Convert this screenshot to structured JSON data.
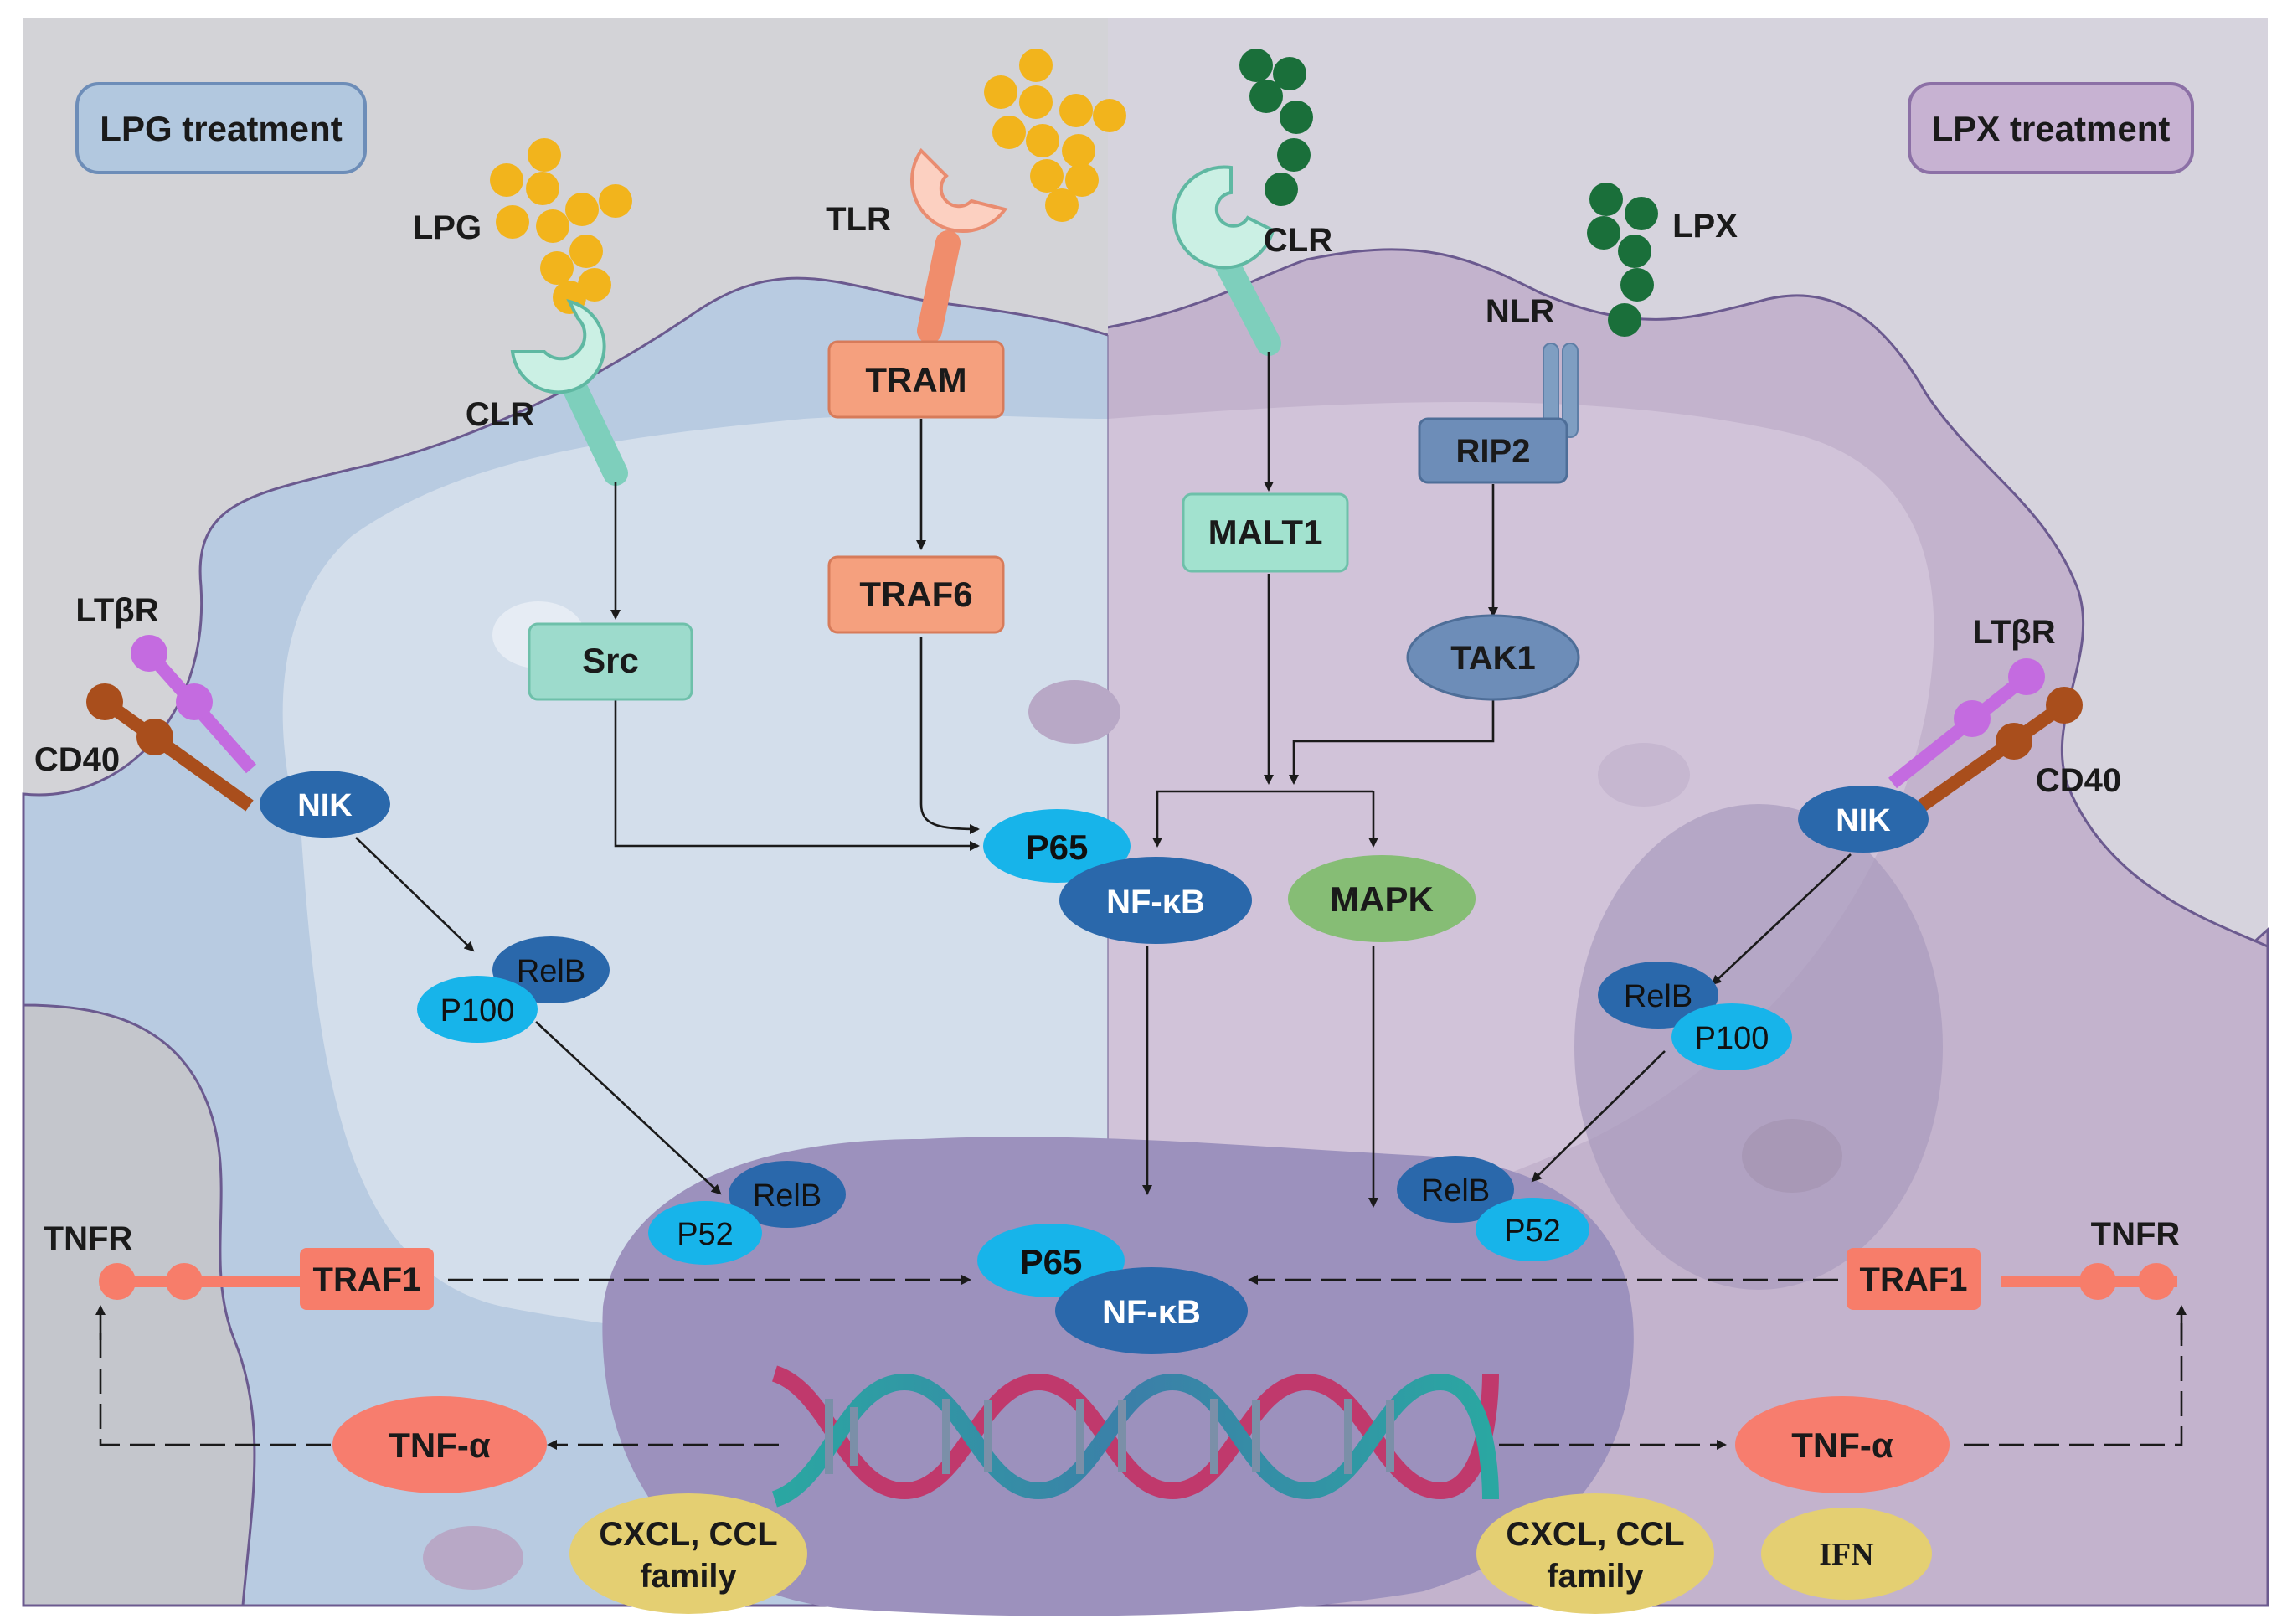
{
  "panels": {
    "left_title": "LPG treatment",
    "right_title": "LPX treatment"
  },
  "ligands": {
    "lpg": "LPG",
    "lpx": "LPX"
  },
  "receptors": {
    "clr_left": "CLR",
    "tlr": "TLR",
    "clr_right": "CLR",
    "nlr": "NLR",
    "ltbr_left": "LTβR",
    "cd40_left": "CD40",
    "ltbr_right": "LTβR",
    "cd40_right": "CD40",
    "tnfr_left": "TNFR",
    "tnfr_right": "TNFR"
  },
  "nodes": {
    "tram": "TRAM",
    "traf6": "TRAF6",
    "src": "Src",
    "malt1": "MALT1",
    "rip2": "RIP2",
    "tak1": "TAK1",
    "nik_left": "NIK",
    "nik_right": "NIK",
    "relb_left_top": "RelB",
    "p100_left": "P100",
    "relb_left_bottom": "RelB",
    "p52_left": "P52",
    "relb_right_top": "RelB",
    "p100_right": "P100",
    "relb_right_bottom": "RelB",
    "p52_right": "P52",
    "p65_top": "P65",
    "nfkb_top": "NF-κB",
    "mapk": "MAPK",
    "p65_bottom": "P65",
    "nfkb_bottom": "NF-κB",
    "traf1_left": "TRAF1",
    "traf1_right": "TRAF1",
    "tnfa_left": "TNF-α",
    "tnfa_right": "TNF-α",
    "cxcl_left_line1": "CXCL, CCL",
    "cxcl_left_line2": "family",
    "cxcl_right_line1": "CXCL, CCL",
    "cxcl_right_line2": "family",
    "ifn": "IFN"
  },
  "colors": {
    "left_bg": "#d3d3d7",
    "right_bg": "#d6d3dd",
    "left_cell": "#b8cbe1",
    "right_cell": "#c3b3cd",
    "nucleus": "#9c91bd",
    "lpg_gold": "#f2b41c",
    "lpx_green": "#1a6f3a",
    "clr_mint": "#9adfcc",
    "tlr_salmon": "#f79e82",
    "tram_salmon": "#f5a07e",
    "src_teal": "#9ddbcc",
    "rip2_blue": "#6d8db8",
    "nfkb_blue": "#2a68ab",
    "p_cyan": "#17b4ea",
    "mapk_green": "#86bd75",
    "traf1_salmon": "#f77d6a",
    "tnfa_salmon": "#f77d6e",
    "cxcl_gold": "#e4cf72",
    "ltbr_violet": "#c46be0",
    "cd40_brown": "#a94e1c"
  }
}
